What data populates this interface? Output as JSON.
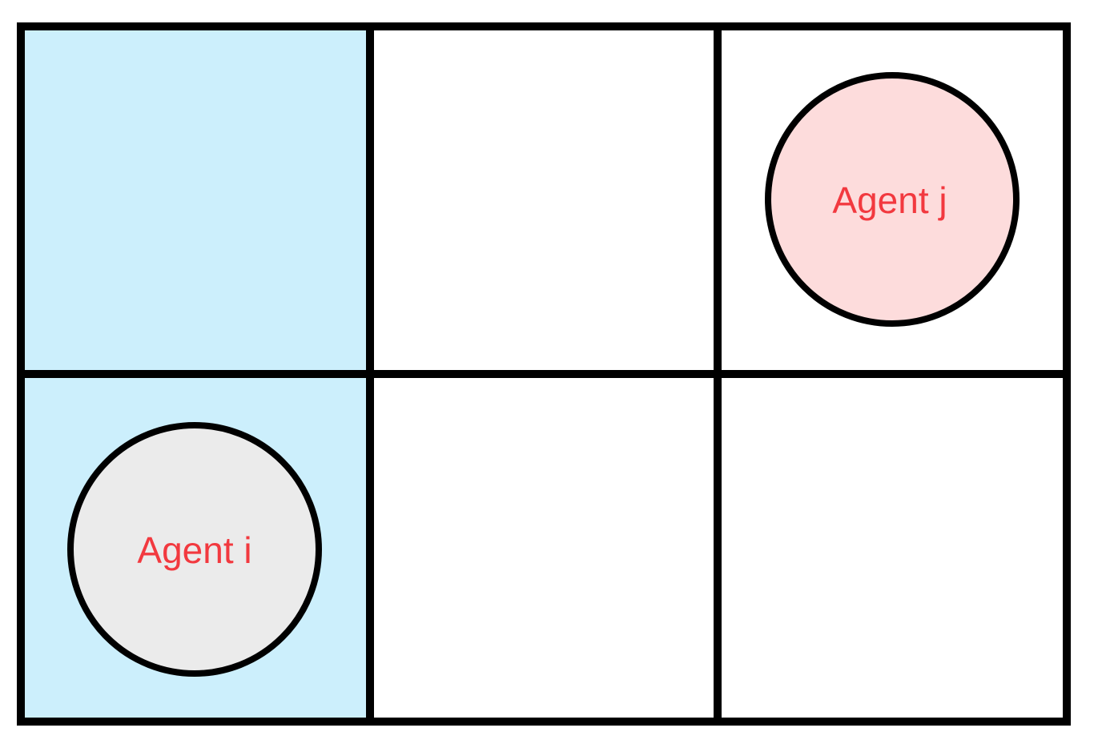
{
  "grid": {
    "rows": 2,
    "cols": 3,
    "highlighted_column": 1,
    "highlight_color": "#CCEFFC",
    "line_color": "#000000"
  },
  "agents": [
    {
      "id": "agent-i",
      "label": "Agent i",
      "row": 2,
      "col": 1,
      "fill": "#EBEBEB",
      "label_color": "#F2393F"
    },
    {
      "id": "agent-j",
      "label": "Agent j",
      "row": 1,
      "col": 3,
      "fill": "#FDDCDC",
      "label_color": "#F2393F"
    }
  ]
}
